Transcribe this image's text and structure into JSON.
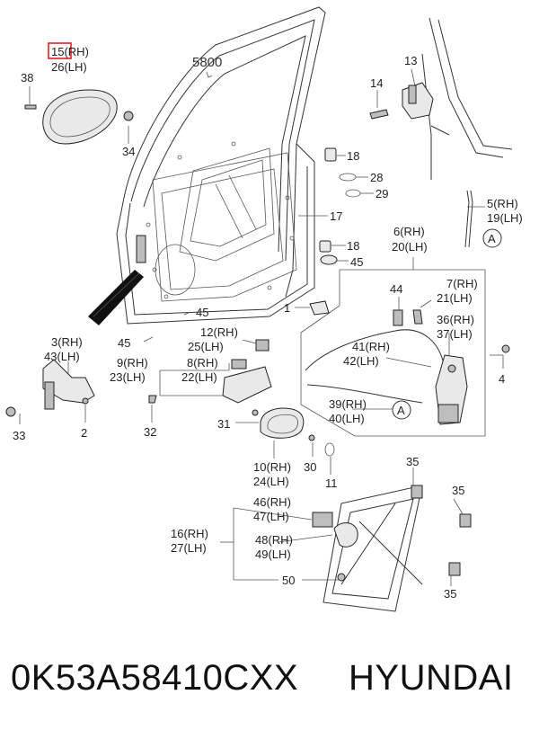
{
  "callouts": {
    "c15": "15(RH)",
    "c26": "26(LH)",
    "c38": "38",
    "c34": "34",
    "c5800": "5800",
    "c13": "13",
    "c14": "14",
    "c18a": "18",
    "c28": "28",
    "c29": "29",
    "c5": "5(RH)",
    "c19": "19(LH)",
    "c17": "17",
    "c6": "6(RH)",
    "c20": "20(LH)",
    "c18b": "18",
    "c45a": "45",
    "c44": "44",
    "c7": "7(RH)",
    "c21": "21(LH)",
    "c1": "1",
    "c45b": "45",
    "c36": "36(RH)",
    "c37": "37(LH)",
    "c45c": "45",
    "c3": "3(RH)",
    "c43": "43(LH)",
    "c12": "12(RH)",
    "c25": "25(LH)",
    "c41": "41(RH)",
    "c42": "42(LH)",
    "c9": "9(RH)",
    "c23": "23(LH)",
    "c8": "8(RH)",
    "c22": "22(LH)",
    "c4": "4",
    "c39": "39(RH)",
    "c40": "40(LH)",
    "c33": "33",
    "c2": "2",
    "c32": "32",
    "c31": "31",
    "c10": "10(RH)",
    "c24": "24(LH)",
    "c30": "30",
    "c11": "11",
    "c35a": "35",
    "c35b": "35",
    "c46": "46(RH)",
    "c47": "47(LH)",
    "c16": "16(RH)",
    "c27": "27(LH)",
    "c48": "48(RH)",
    "c49": "49(LH)",
    "c50": "50",
    "c35c": "35",
    "refA1": "A",
    "refA2": "A"
  },
  "highlight_color": "#e0202a",
  "footer": {
    "part_number": "0K53A58410CXX",
    "brand": "HYUNDAI"
  }
}
